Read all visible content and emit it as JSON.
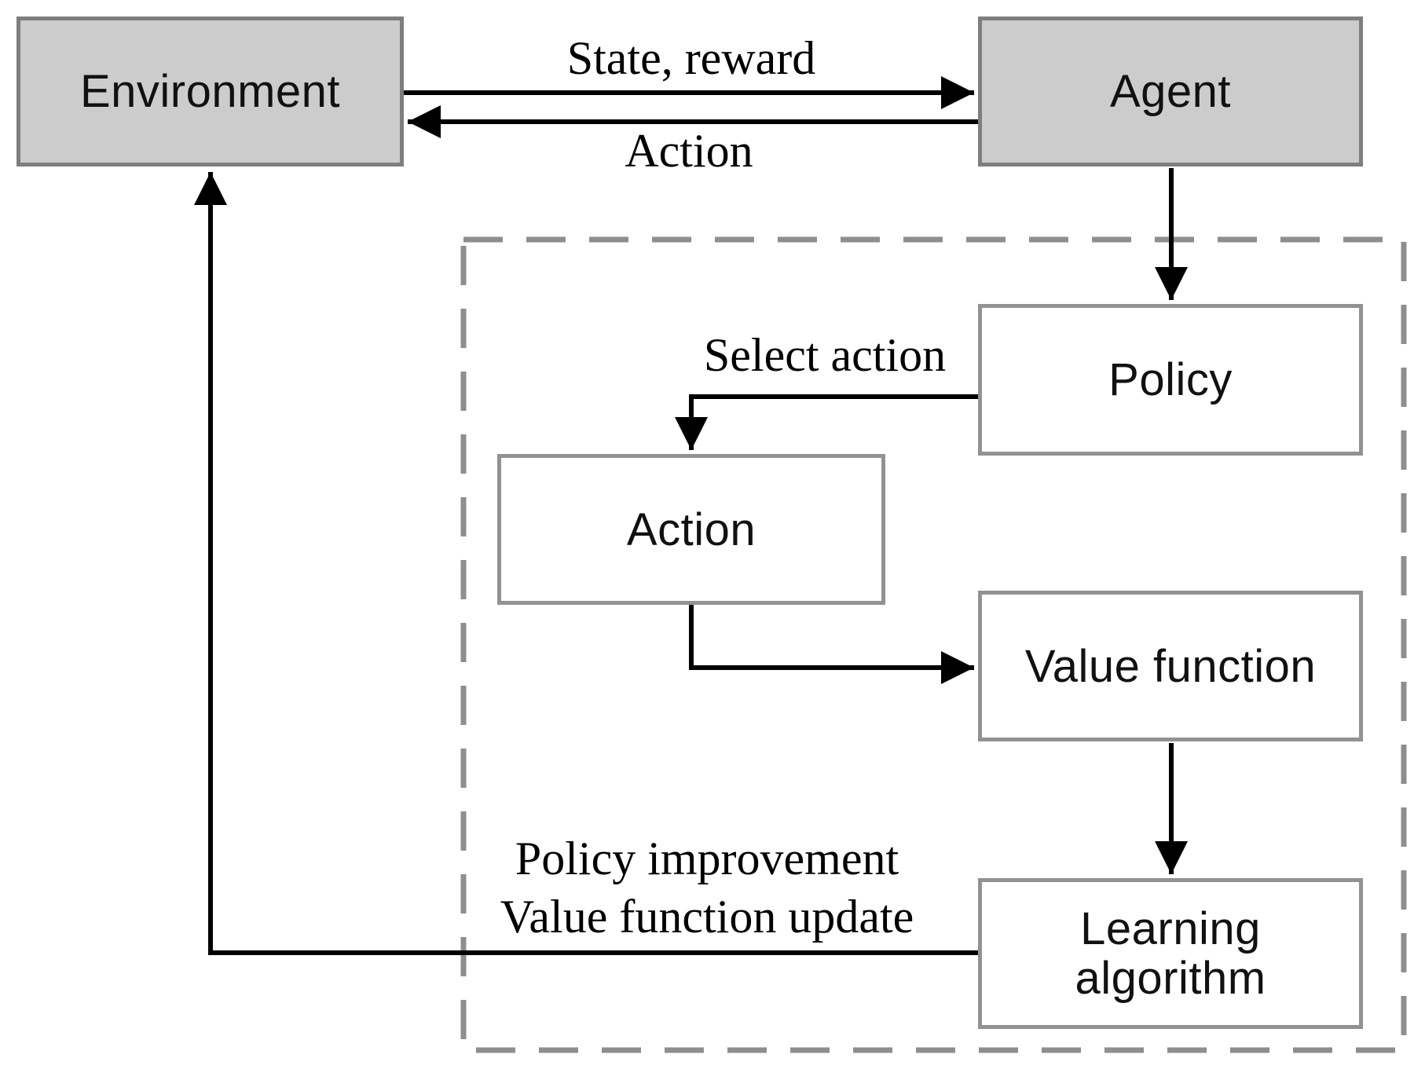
{
  "diagram": {
    "title_implicit": "Reinforcement learning agent-environment loop",
    "nodes": {
      "environment": {
        "label": "Environment"
      },
      "agent": {
        "label": "Agent"
      },
      "policy": {
        "label": "Policy"
      },
      "action": {
        "label": "Action"
      },
      "value_function": {
        "label": "Value function"
      },
      "learning_algorithm": {
        "line1": "Learning",
        "line2": "algorithm"
      }
    },
    "edge_labels": {
      "state_reward": "State, reward",
      "action": "Action",
      "select_action": "Select action",
      "feedback_line1": "Policy improvement",
      "feedback_line2": "Value function update"
    },
    "colors": {
      "background": "#ffffff",
      "filled_box_fill": "#cccccc",
      "filled_box_border": "#7e7e7e",
      "outlined_box_border": "#929292",
      "dashed_region_border": "#8e8e8e",
      "arrow": "#000000",
      "text": "#111111"
    }
  }
}
